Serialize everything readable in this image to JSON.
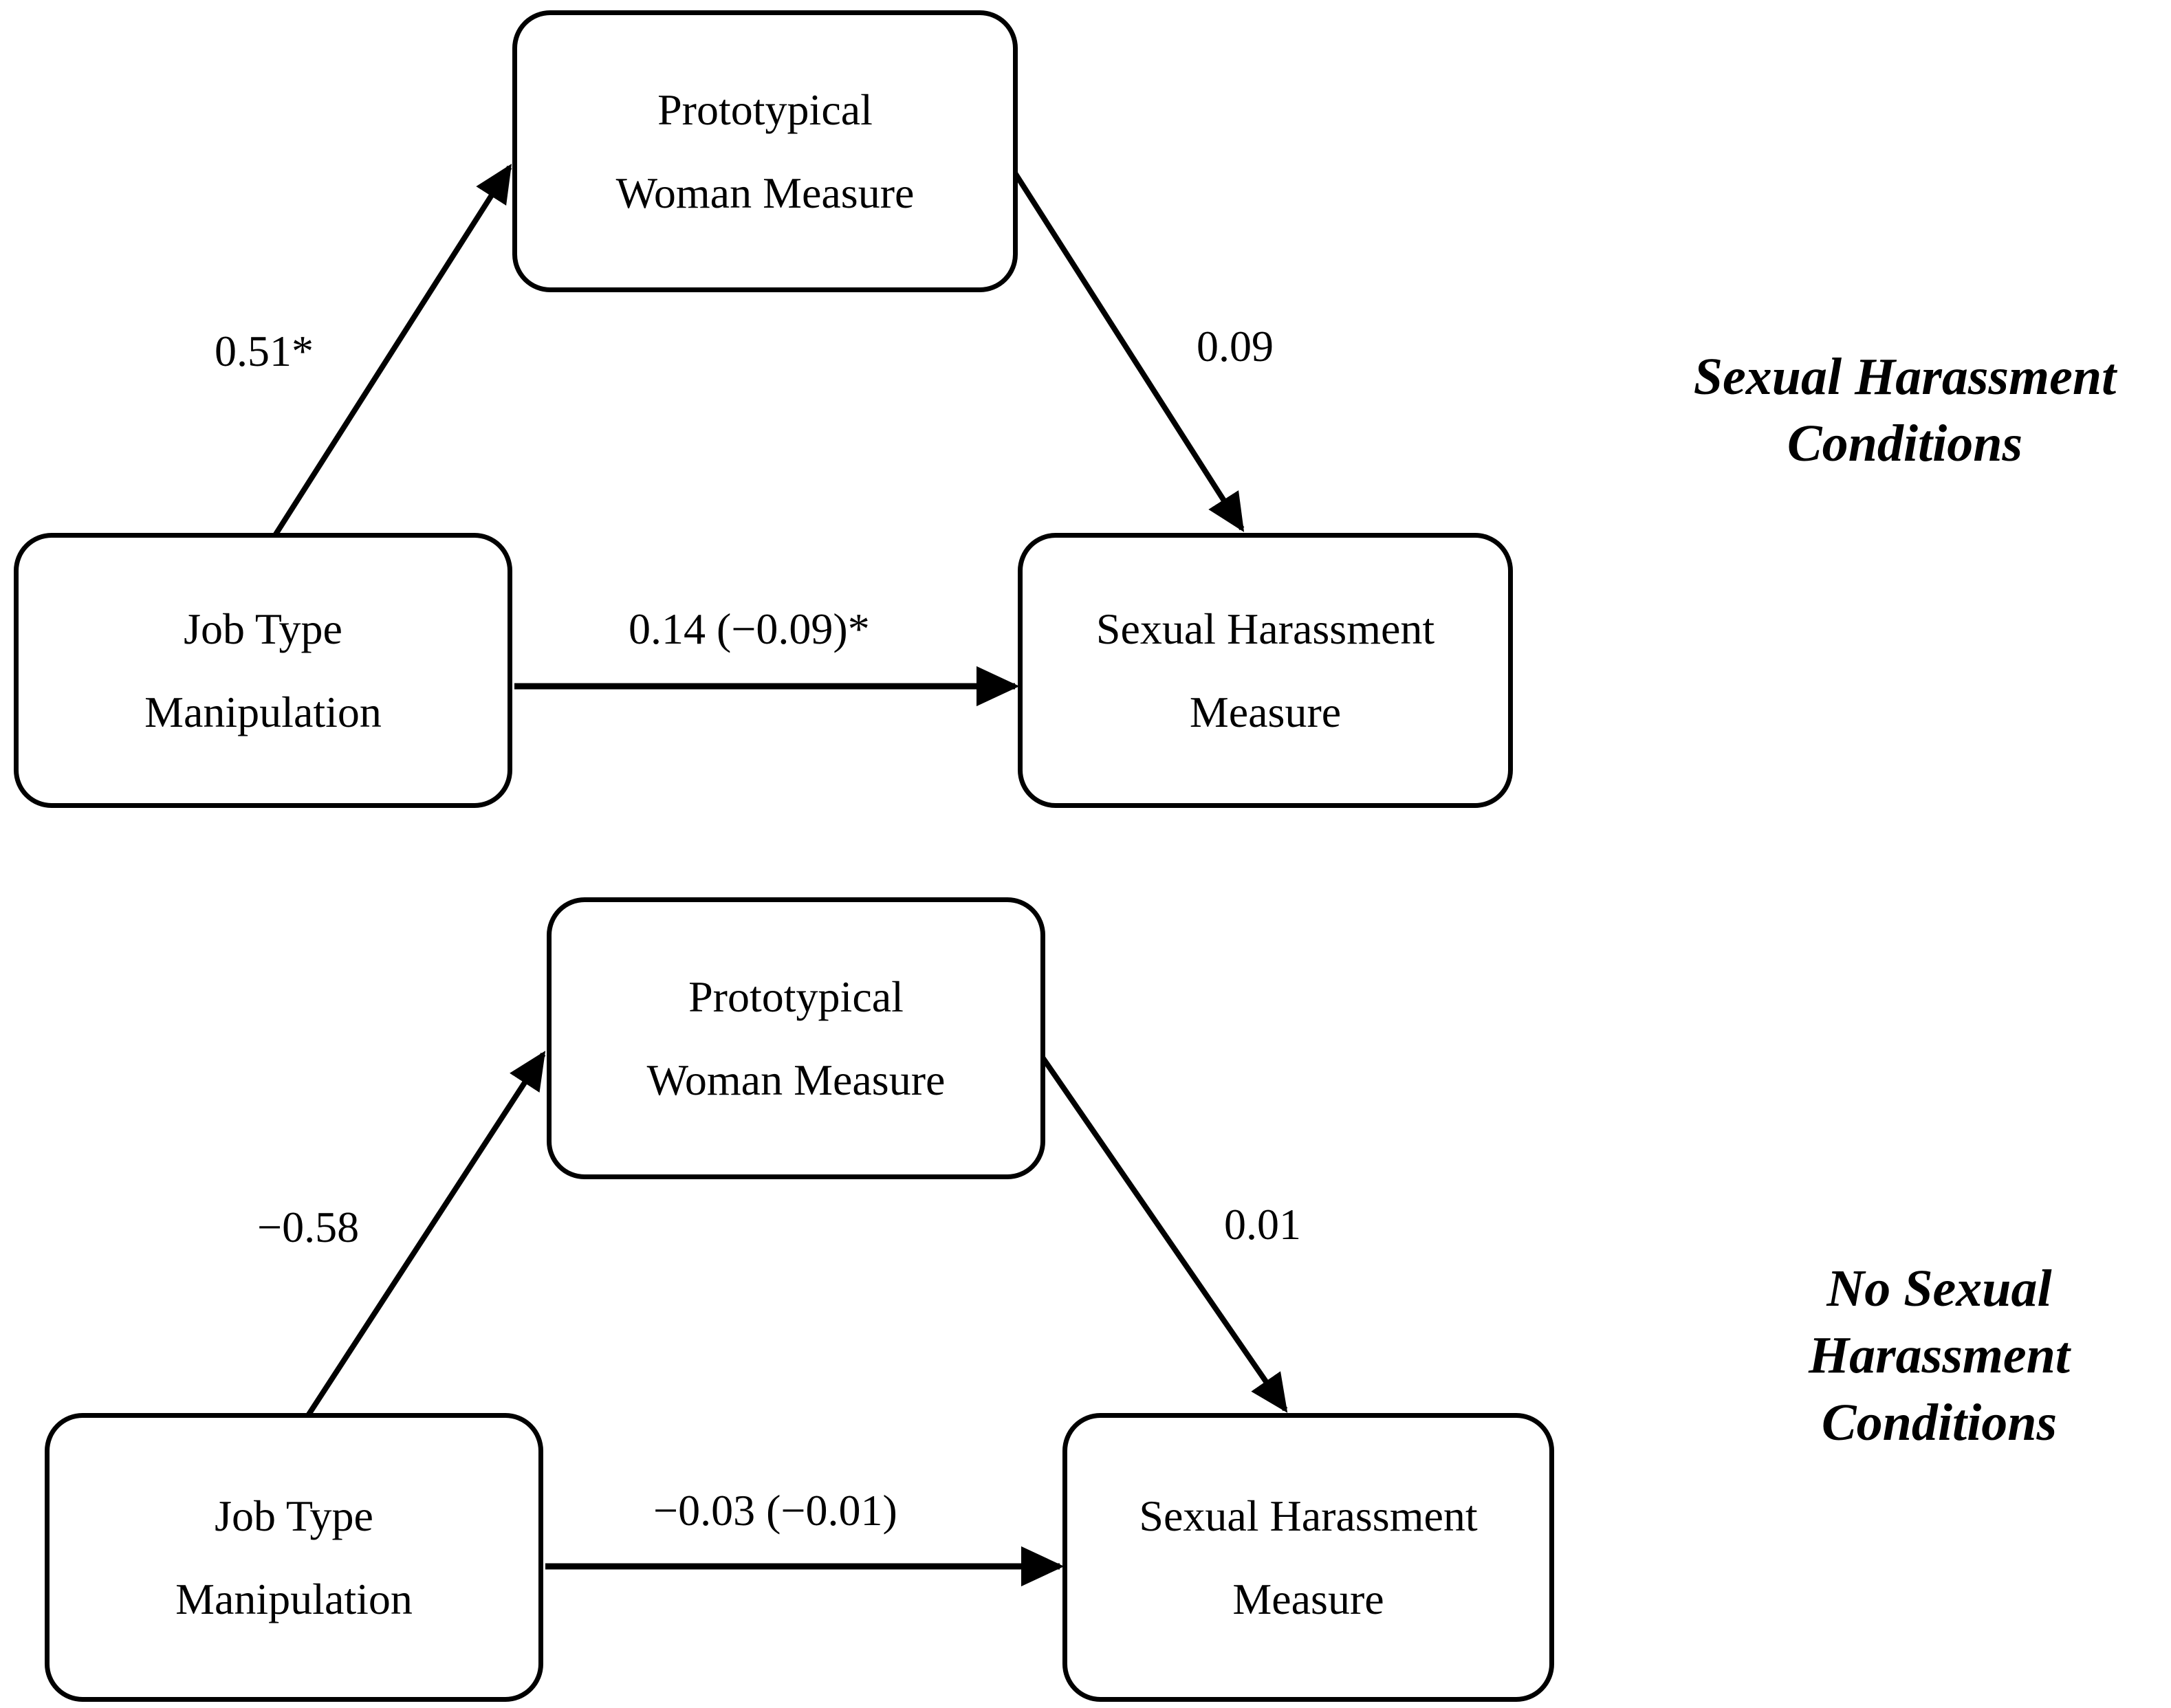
{
  "figure": {
    "type": "mediation-path-diagram",
    "panels": [
      {
        "id": "sexual-harassment-conditions",
        "condition_label": "Sexual Harassment\nConditions",
        "condition_label_lines": [
          "Sexual Harassment",
          "Conditions"
        ],
        "nodes": {
          "predictor": {
            "lines": [
              "Job Type",
              "Manipulation"
            ]
          },
          "mediator": {
            "lines": [
              "Prototypical",
              "Woman Measure"
            ]
          },
          "outcome": {
            "lines": [
              "Sexual Harassment",
              "Measure"
            ]
          }
        },
        "paths": [
          {
            "from": "predictor",
            "to": "mediator",
            "label": "0.51*",
            "value": 0.51,
            "significant": true
          },
          {
            "from": "mediator",
            "to": "outcome",
            "label": "0.09",
            "value": 0.09,
            "significant": false
          },
          {
            "from": "predictor",
            "to": "outcome",
            "label": "0.14 (−0.09)*",
            "value": 0.14,
            "indirect_value": -0.09,
            "significant": true
          }
        ]
      },
      {
        "id": "no-sexual-harassment-conditions",
        "condition_label": "No Sexual\nHarassment\nConditions",
        "condition_label_lines": [
          "No Sexual",
          "Harassment",
          "Conditions"
        ],
        "nodes": {
          "predictor": {
            "lines": [
              "Job Type",
              "Manipulation"
            ]
          },
          "mediator": {
            "lines": [
              "Prototypical",
              "Woman Measure"
            ]
          },
          "outcome": {
            "lines": [
              "Sexual Harassment",
              "Measure"
            ]
          }
        },
        "paths": [
          {
            "from": "predictor",
            "to": "mediator",
            "label": "−0.58",
            "value": -0.58,
            "significant": false
          },
          {
            "from": "mediator",
            "to": "outcome",
            "label": "0.01",
            "value": 0.01,
            "significant": false
          },
          {
            "from": "predictor",
            "to": "outcome",
            "label": "−0.03 (−0.01)",
            "value": -0.03,
            "indirect_value": -0.01,
            "significant": false
          }
        ]
      }
    ],
    "colors": {
      "stroke": "#000000",
      "background": "#ffffff",
      "text": "#000000"
    }
  },
  "top": {
    "mediator": {
      "l1": "Prototypical",
      "l2": "Woman Measure"
    },
    "predictor": {
      "l1": "Job Type",
      "l2": "Manipulation"
    },
    "outcome": {
      "l1": "Sexual Harassment",
      "l2": "Measure"
    },
    "a_path": "0.51*",
    "b_path": "0.09",
    "c_path": "0.14 (−0.09)*",
    "cond1": "Sexual Harassment",
    "cond2": "Conditions"
  },
  "bottom": {
    "mediator": {
      "l1": "Prototypical",
      "l2": "Woman Measure"
    },
    "predictor": {
      "l1": "Job Type",
      "l2": "Manipulation"
    },
    "outcome": {
      "l1": "Sexual Harassment",
      "l2": "Measure"
    },
    "a_path": "−0.58",
    "b_path": "0.01",
    "c_path": "−0.03 (−0.01)",
    "cond1": "No Sexual",
    "cond2": "Harassment",
    "cond3": "Conditions"
  }
}
